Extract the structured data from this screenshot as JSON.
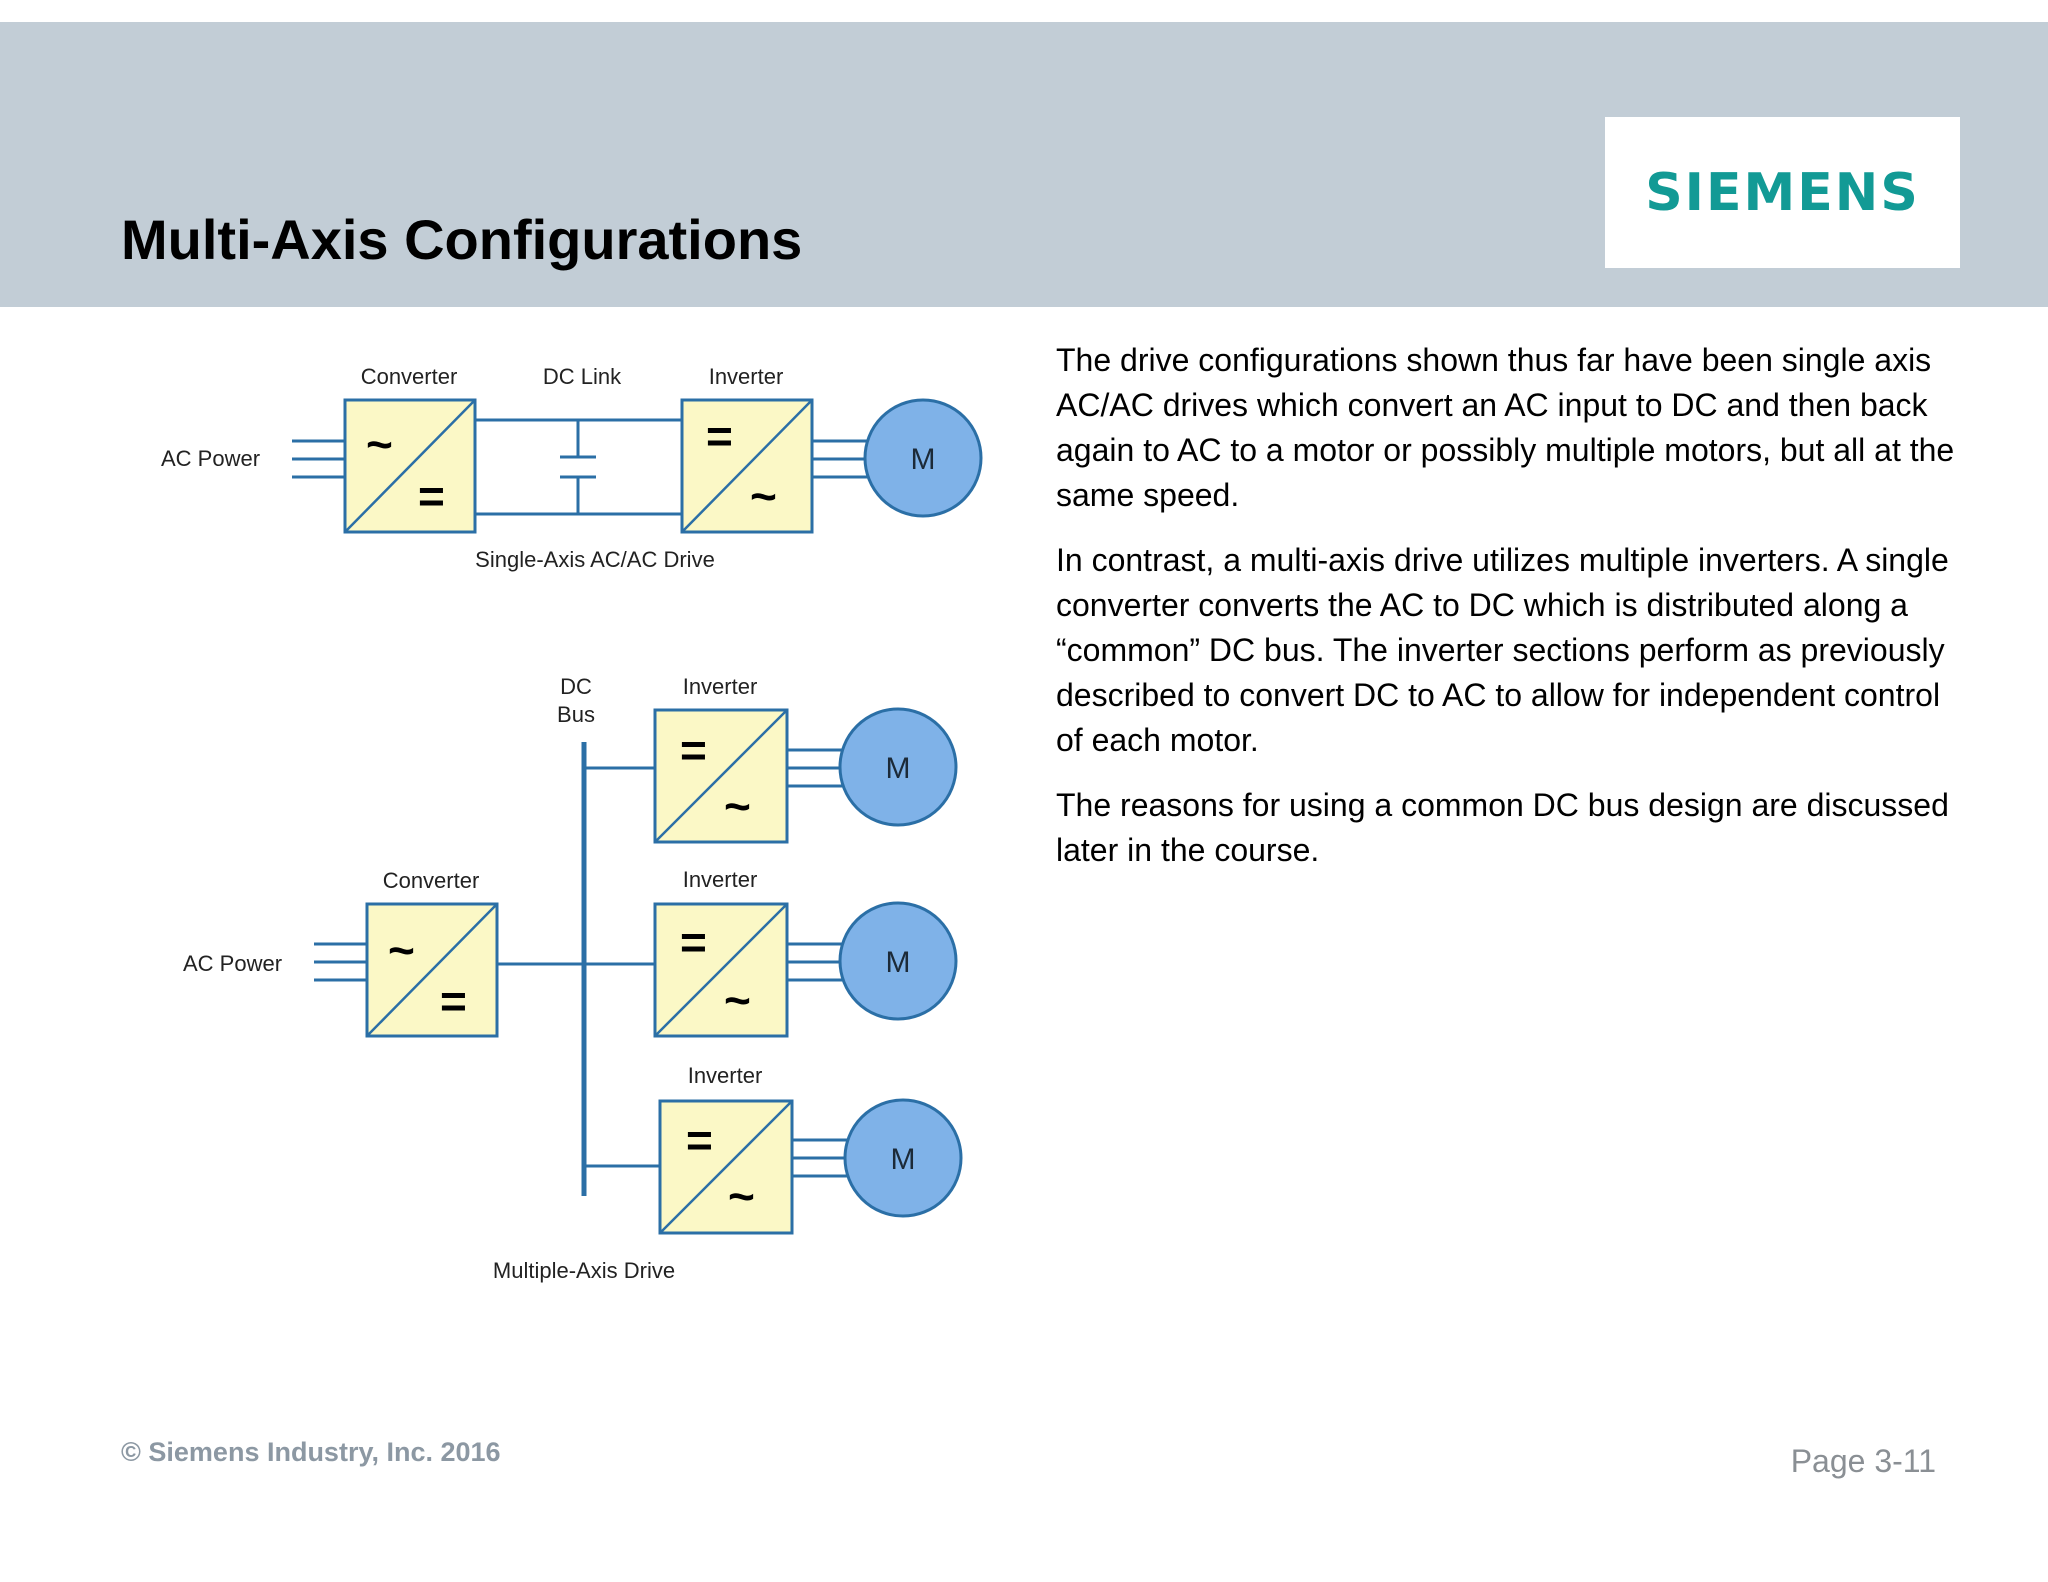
{
  "header": {
    "title": "Multi-Axis Configurations",
    "logo": "SIEMENS"
  },
  "body": {
    "paragraphs": [
      "The drive configurations shown thus far have been single axis AC/AC drives which convert an AC input to DC and then back again to AC to a motor or possibly multiple motors, but  all at the same speed.",
      "In contrast, a multi-axis drive utilizes multiple inverters.  A single converter converts the AC to DC which is distributed along a “common” DC bus.  The inverter sections perform as previously described to convert DC to AC to allow for independent control of each motor.",
      "The reasons for using a common DC bus design are discussed later in the course."
    ]
  },
  "diagram_single": {
    "converter_label": "Converter",
    "dc_link_label": "DC Link",
    "inverter_label": "Inverter",
    "ac_power_label": "AC Power",
    "motor_label": "M",
    "caption": "Single-Axis AC/AC Drive",
    "ac_symbol": "~",
    "dc_symbol": "="
  },
  "diagram_multi": {
    "dc_bus_label_line1": "DC",
    "dc_bus_label_line2": "Bus",
    "converter_label": "Converter",
    "ac_power_label": "AC Power",
    "inverter_labels": [
      "Inverter",
      "Inverter",
      "Inverter"
    ],
    "motor_labels": [
      "M",
      "M",
      "M"
    ],
    "caption": "Multiple-Axis Drive",
    "ac_symbol": "~",
    "dc_symbol": "="
  },
  "footer": {
    "copyright": "© Siemens Industry, Inc.  2016",
    "page": "Page 3-11"
  },
  "colors": {
    "header_bg": "#c2cdd6",
    "logo": "#129a95",
    "box_fill": "#fbf8c6",
    "line": "#2b6fa6",
    "motor_fill": "#7fb2e8"
  }
}
